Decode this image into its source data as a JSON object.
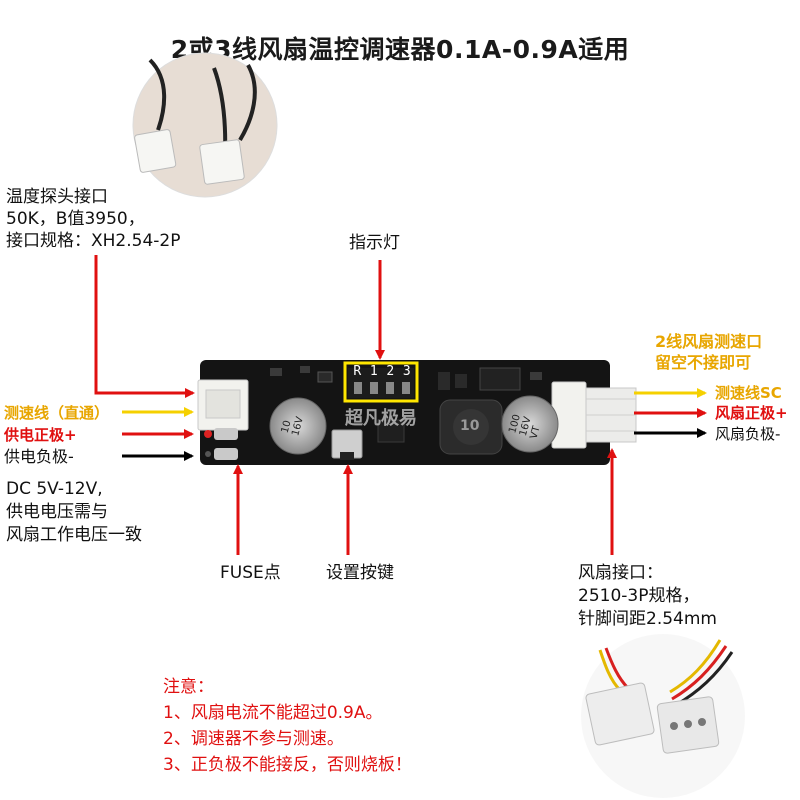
{
  "title": "2或3线风扇温控调速器0.1A-0.9A适用",
  "temp_probe": {
    "lines": [
      "温度探头接口",
      "50K，B值3950，",
      "接口规格：XH2.54-2P"
    ]
  },
  "indicator_label": "指示灯",
  "indicator_marks": [
    "R",
    "1",
    "2",
    "3"
  ],
  "board_silk": "超凡极易",
  "cap_left_marks": [
    "10",
    "16V"
  ],
  "cap_right_marks": [
    "100",
    "16V",
    "VT"
  ],
  "inductor_mark": "10",
  "speed_wire_left": "测速线（直通）",
  "power_positive": "供电正极+",
  "power_negative": "供电负极-",
  "dc_note": [
    "DC 5V-12V,",
    "供电电压需与",
    "风扇工作电压一致"
  ],
  "fuse_label": "FUSE点",
  "button_label": "设置按键",
  "fan_2wire_note": [
    "2线风扇测速口",
    "留空不接即可"
  ],
  "fan_speed_wire": "测速线SC",
  "fan_positive": "风扇正极+",
  "fan_negative": "风扇负极-",
  "fan_connector": [
    "风扇接口：",
    "2510-3P规格，",
    "针脚间距2.54mm"
  ],
  "notes": {
    "heading": "注意：",
    "items": [
      "1、风扇电流不能超过0.9A。",
      "2、调速器不参与测速。",
      "3、正负极不能接反，否则烧板！"
    ]
  },
  "colors": {
    "arrow_red": "#e01010",
    "arrow_yellow": "#f5d000",
    "arrow_black": "#000000",
    "highlight_yellow": "#ffe600",
    "board": "#141414"
  }
}
